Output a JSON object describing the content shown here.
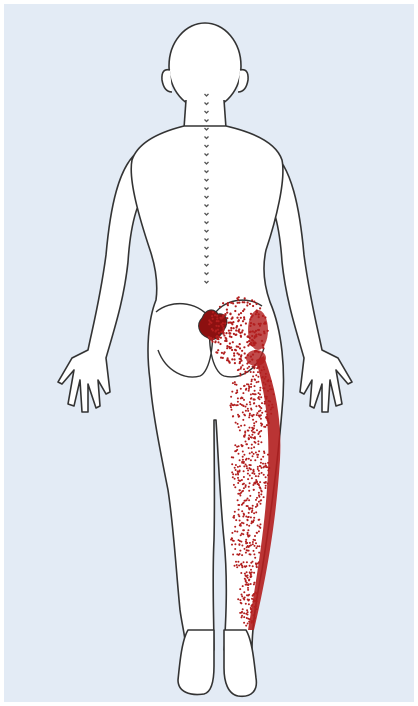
{
  "figure": {
    "subject": "posterior-view-body-outline",
    "background_color": "#e3ebf5",
    "outline_color": "#333333",
    "body_fill": "#ffffff",
    "pain_color": "#b21e1e",
    "pain_core_color": "#8c1010",
    "pain_region": "left-buttock-and-posterior-lateral-leg",
    "referral_pattern": "sciatic-distribution"
  }
}
